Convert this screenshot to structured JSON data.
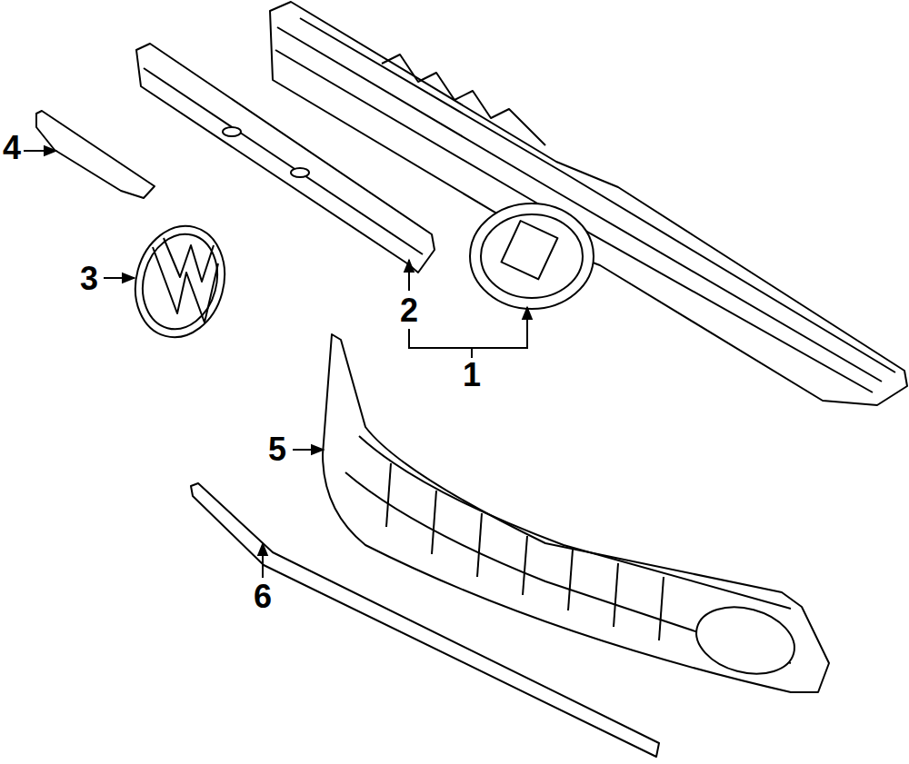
{
  "diagram": {
    "labels": [
      "4",
      "3",
      "2",
      "1",
      "5",
      "6"
    ]
  }
}
